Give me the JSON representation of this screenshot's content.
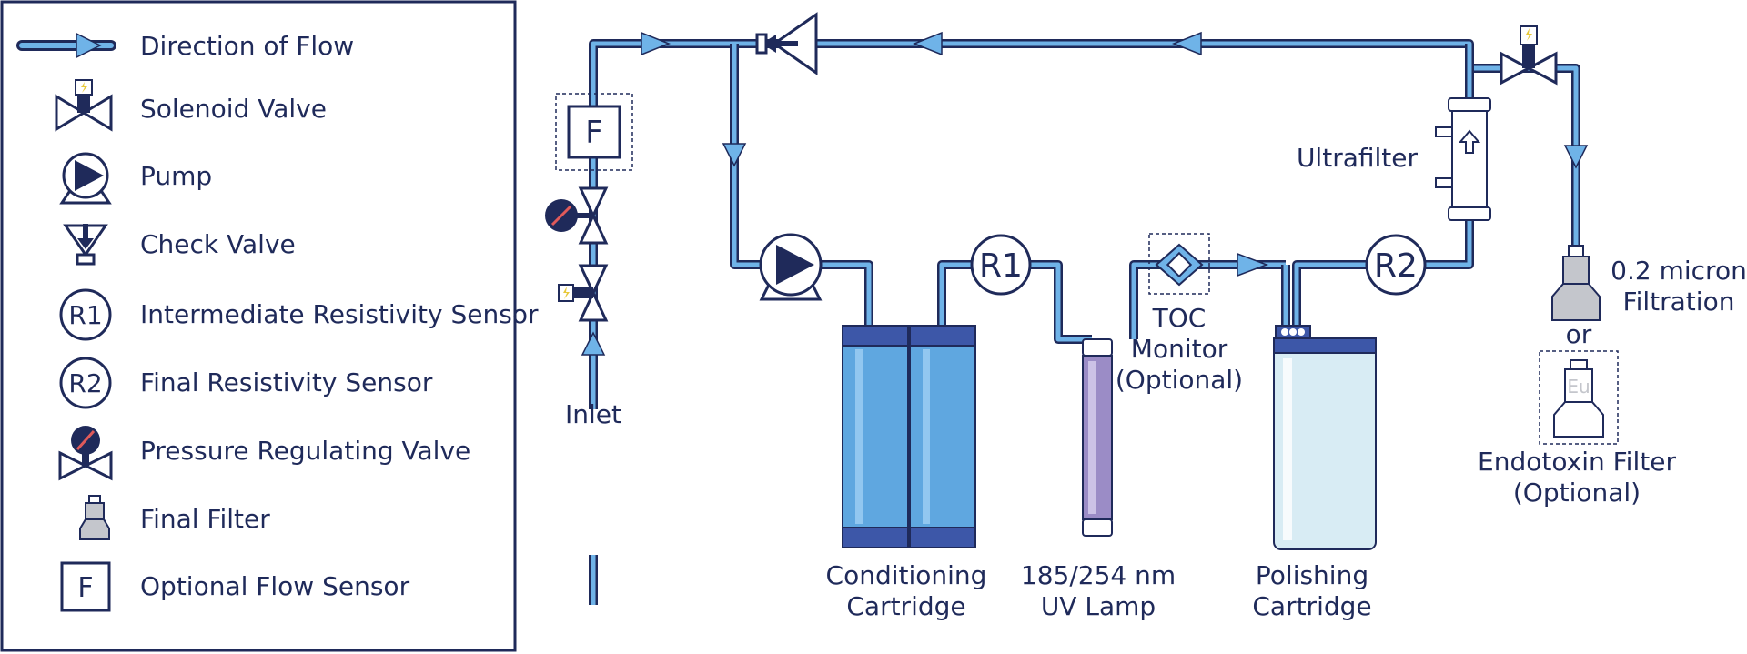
{
  "legend": {
    "items": [
      {
        "label": "Direction of Flow",
        "icon": "flow-arrow-icon"
      },
      {
        "label": "Solenoid Valve",
        "icon": "solenoid-valve-icon"
      },
      {
        "label": "Pump",
        "icon": "pump-icon"
      },
      {
        "label": "Check Valve",
        "icon": "check-valve-icon"
      },
      {
        "label": "Intermediate Resistivity Sensor",
        "icon": "r1-sensor-icon"
      },
      {
        "label": "Final Resistivity Sensor",
        "icon": "r2-sensor-icon"
      },
      {
        "label": "Pressure Regulating Valve",
        "icon": "pressure-regulating-valve-icon"
      },
      {
        "label": "Final Filter",
        "icon": "final-filter-icon"
      },
      {
        "label": "Optional Flow Sensor",
        "icon": "flow-sensor-icon"
      }
    ]
  },
  "symbols": {
    "r1": "R1",
    "r2": "R2",
    "flow_sensor": "F",
    "endotoxin_mark": "Eu"
  },
  "labels": {
    "inlet": "Inlet",
    "ultrafilter": "Ultrafilter",
    "toc_1": "TOC",
    "toc_2": "Monitor",
    "toc_3": "(Optional)",
    "micron_1": "0.2 micron",
    "micron_2": "Filtration",
    "or": "or",
    "endotoxin_1": "Endotoxin Filter",
    "endotoxin_2": "(Optional)",
    "conditioning_1": "Conditioning",
    "conditioning_2": "Cartridge",
    "uv_1": "185/254 nm",
    "uv_2": "UV Lamp",
    "polishing_1": "Polishing",
    "polishing_2": "Cartridge"
  },
  "colors": {
    "navy": "#1f2a5a",
    "pipe_blue": "#6fb3e8",
    "cartridge_blue": "#5fa7e0",
    "cartridge_band": "#3d57a8",
    "polishing_fill": "#d8ecf4",
    "uv_purple": "#9b8cc6",
    "filter_gray": "#c4c6cc"
  }
}
